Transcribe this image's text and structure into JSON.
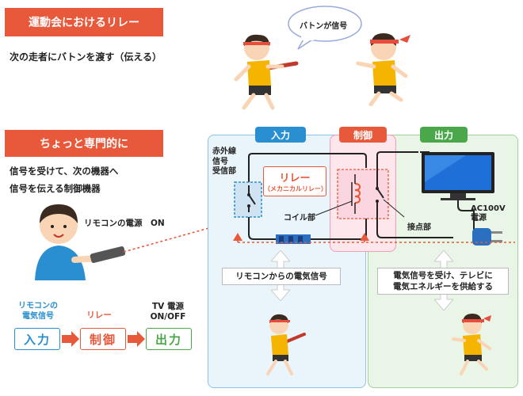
{
  "section1": {
    "banner": "運動会におけるリレー",
    "description": "次の走者にバトンを渡す（伝える）",
    "speech_bubble": "バトンが信号"
  },
  "section2": {
    "banner": "ちょっと専門的に",
    "description_line1": "信号を受けて、次の機器へ",
    "description_line2": "信号を伝える制御機器",
    "remote_caption": "リモコンの電源　ON"
  },
  "flow": {
    "input_caption_line1": "リモコンの",
    "input_caption_line2": "電気信号",
    "relay_caption": "リレー",
    "output_caption_line1": "TV 電源",
    "output_caption_line2": "ON/OFF",
    "input_box": "入力",
    "control_box": "制御",
    "output_box": "出力"
  },
  "diagram": {
    "header_input": "入力",
    "header_control": "制御",
    "header_output": "出力",
    "ir_label_line1": "赤外線",
    "ir_label_line2": "信号",
    "ir_label_line3": "受信部",
    "relay_title": "リレー",
    "relay_subtitle": "（メカニカルリレー）",
    "coil_label": "コイル部",
    "contact_label": "接点部",
    "power_label_line1": "AC100V",
    "power_label_line2": "電源",
    "input_message": "リモコンからの電気信号",
    "output_message_line1": "電気信号を受け、テレビに",
    "output_message_line2": "電気エネルギーを供給する"
  },
  "colors": {
    "banner": "#e8583a",
    "input_panel": "#eaf4fb",
    "input_border": "#8cc3e6",
    "control_panel": "#fde6ec",
    "control_border": "#f2a0b4",
    "output_panel": "#e9f5e6",
    "output_border": "#9fd39a",
    "input_blue": "#2a8fd0",
    "control_orange": "#e8583a",
    "output_green": "#4aa84a",
    "arrow_orange": "#e8583a"
  }
}
